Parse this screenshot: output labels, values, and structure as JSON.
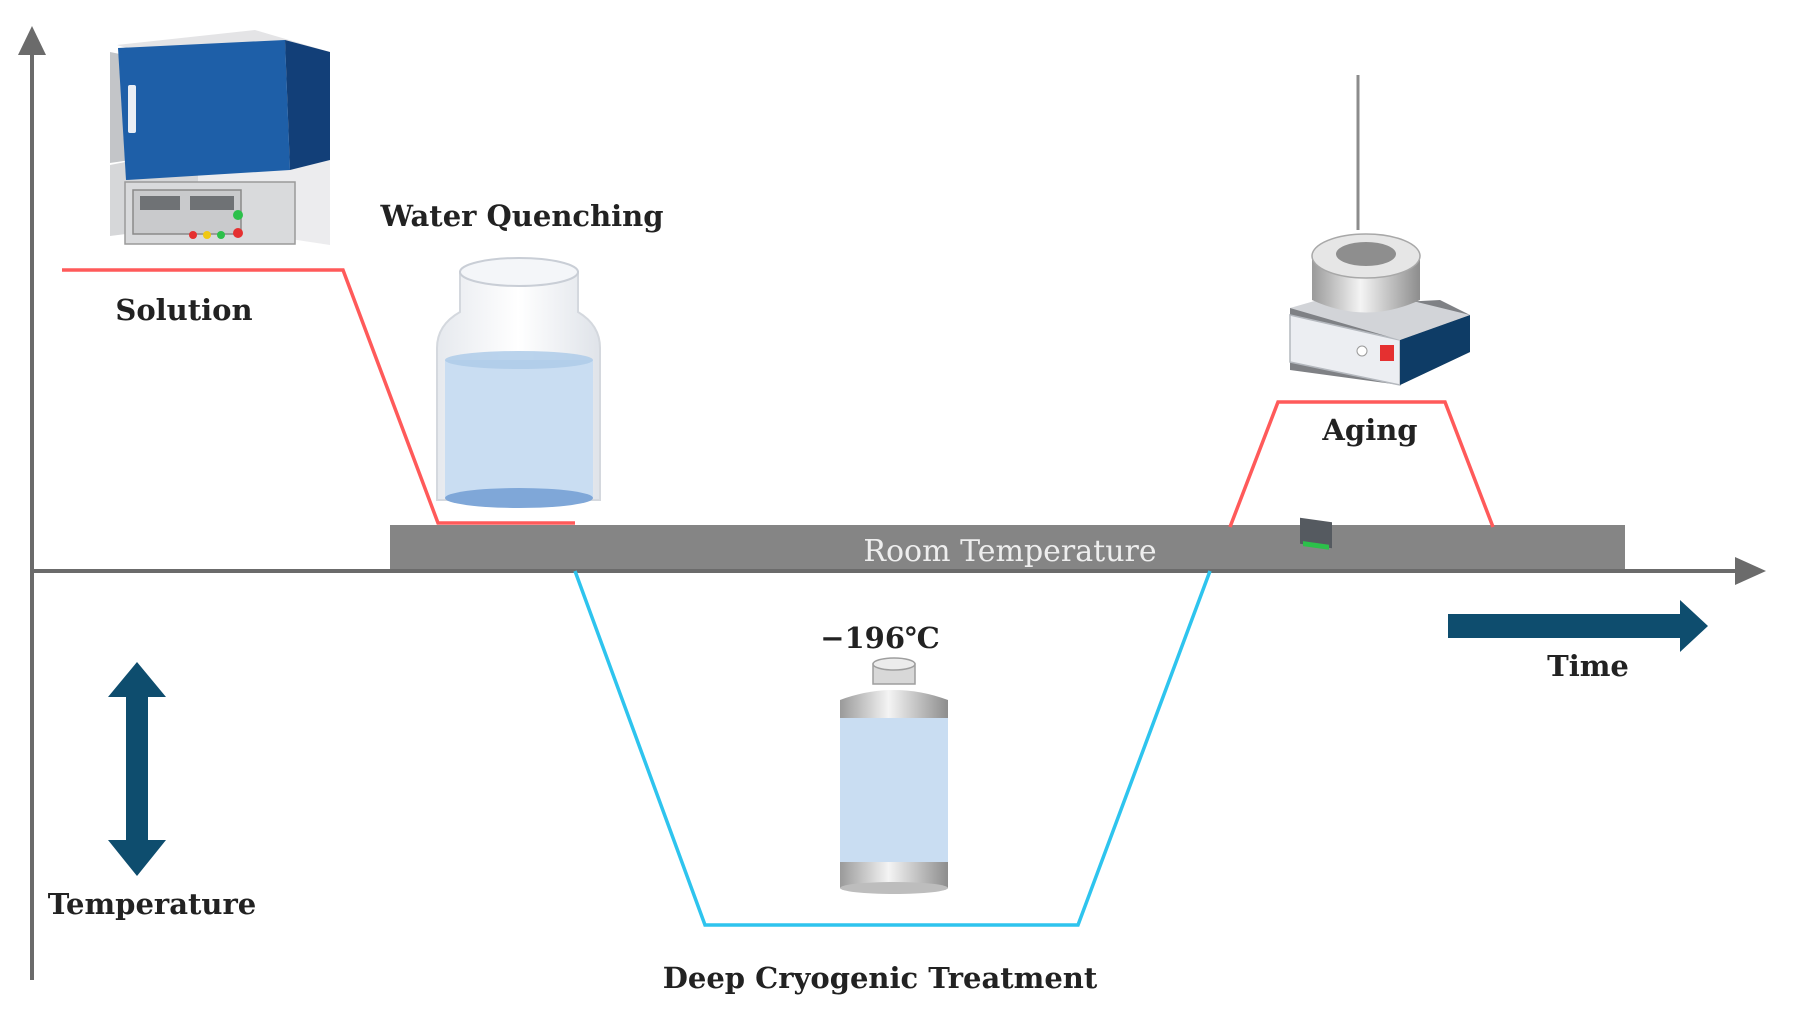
{
  "labels": {
    "solution": "Solution",
    "water_quenching": "Water Quenching",
    "room_temperature": "Room Temperature",
    "aging": "Aging",
    "cryo_temp": "−196℃",
    "time": "Time",
    "temperature": "Temperature",
    "deep_cryogenic": "Deep Cryogenic Treatment"
  },
  "colors": {
    "heating_path": "#ff5a5a",
    "cooling_path": "#2ec4ee",
    "axis": "#6b6b6b",
    "room_temp_bar": "#858585",
    "arrow_accent": "#0e4d6e",
    "furnace_blue": "#1e5fa8",
    "water": "#c9ddf2"
  },
  "icons": [
    "muffle-furnace-icon",
    "water-beaker-icon",
    "liquid-nitrogen-dewar-icon",
    "heating-mantle-icon"
  ]
}
